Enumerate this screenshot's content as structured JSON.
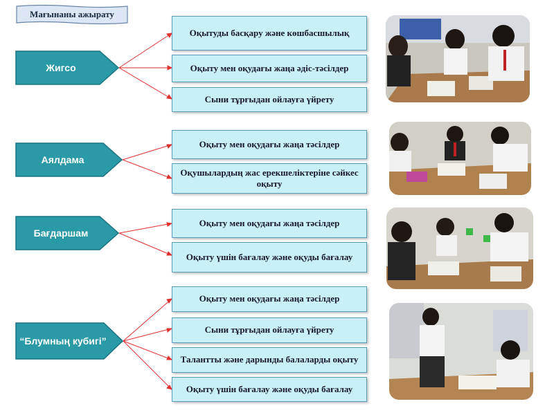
{
  "banner": "Мағынаны ажырату",
  "groups": [
    {
      "method": "Жигсо",
      "items": [
        "Оқытуды басқару және көшбасшылық",
        "Оқыту мен оқудағы жаңа әдіс-тәсілдер",
        "Сыни тұрғыдан ойлауға үйрету"
      ]
    },
    {
      "method": "Аялдама",
      "items": [
        "Оқыту мен оқудағы жаңа тәсілдер",
        "Оқушылардың жас ерекшеліктеріне сәйкес оқыту"
      ]
    },
    {
      "method": "Бағдаршам",
      "items": [
        "Оқыту мен оқудағы жаңа тәсілдер",
        "Оқыту үшін бағалау және оқуды бағалау"
      ]
    },
    {
      "method": "“Блумның кубигі”",
      "items": [
        "Оқыту мен оқудағы жаңа тәсілдер",
        "Сыни тұрғыдан ойлауға үйрету",
        "Талантты және дарынды балаларды оқыту",
        "Оқыту үшін бағалау және оқуды бағалау"
      ]
    }
  ],
  "colors": {
    "arrow": "#2a9aa6",
    "box_fill": "#c8f0f6",
    "box_border": "#5a9ab8",
    "connector": "#e03030"
  }
}
